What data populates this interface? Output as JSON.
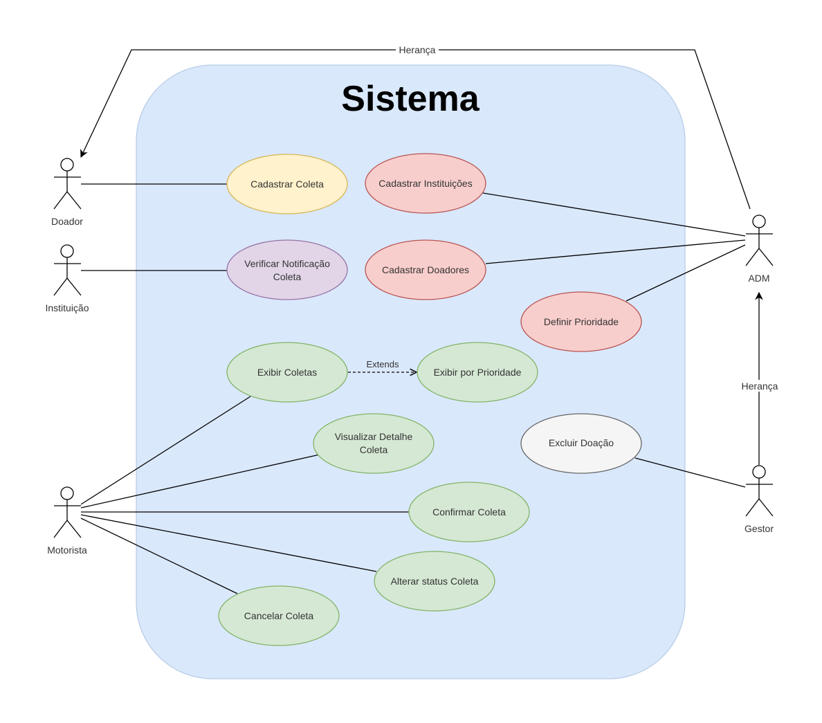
{
  "system": {
    "title": "Sistema"
  },
  "actors": {
    "doador": "Doador",
    "instituicao": "Instituição",
    "motorista": "Motorista",
    "adm": "ADM",
    "gestor": "Gestor"
  },
  "use_cases": {
    "cadastrar_coleta": [
      "Cadastrar Coleta"
    ],
    "cadastrar_instituicoes": [
      "Cadastrar Instituições"
    ],
    "verificar_notificacao": [
      "Verificar Notificação",
      "Coleta"
    ],
    "cadastrar_doadores": [
      "Cadastrar Doadores"
    ],
    "definir_prioridade": [
      "Definir Prioridade"
    ],
    "exibir_coletas": [
      "Exibir Coletas"
    ],
    "exibir_prioridade": [
      "Exibir por Prioridade"
    ],
    "visualizar_detalhe": [
      "Visualizar Detalhe",
      "Coleta"
    ],
    "excluir_doacao": [
      "Excluir Doação"
    ],
    "confirmar_coleta": [
      "Confirmar Coleta"
    ],
    "alterar_status": [
      "Alterar status Coleta"
    ],
    "cancelar_coleta": [
      "Cancelar Coleta"
    ]
  },
  "relations": {
    "heranca_top": "Herança",
    "heranca_right": "Herança",
    "extends": "Extends"
  },
  "colors": {
    "system_fill": "#dae8fc",
    "system_stroke": "#b8cde6",
    "yellow_fill": "#fff2cc",
    "yellow_stroke": "#d6b656",
    "purple_fill": "#e1d5e7",
    "purple_stroke": "#9673a6",
    "red_fill": "#f8cecc",
    "red_stroke": "#b85450",
    "green_fill": "#d5e8d4",
    "green_stroke": "#82b366",
    "gray_fill": "#f5f5f5",
    "gray_stroke": "#666666"
  }
}
